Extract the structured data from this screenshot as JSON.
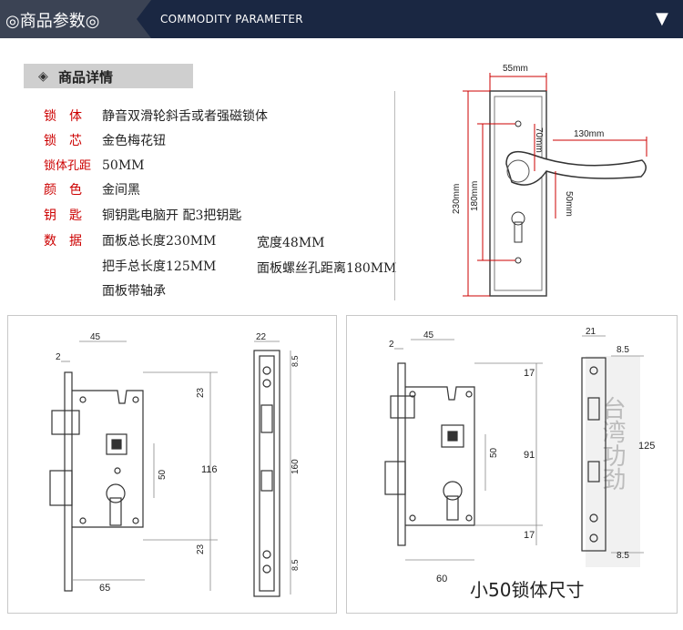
{
  "header": {
    "title": "◎商品参数◎",
    "subtitle": "COMMODITY PARAMETER",
    "arrow": "▼"
  },
  "detail": {
    "icon": "◈",
    "title": "商品详情"
  },
  "specs": [
    {
      "label": "锁　体",
      "value": "静音双滑轮斜舌或者强磁锁体"
    },
    {
      "label": "锁　芯",
      "value": "金色梅花钮"
    },
    {
      "label": "锁体孔距",
      "value": "50MM"
    },
    {
      "label": "颜　色",
      "value": "金间黑"
    },
    {
      "label": "钥　匙",
      "value": "铜钥匙电脑开  配3把钥匙"
    },
    {
      "label": "数　据",
      "value": "面板总长度230MM",
      "value2": "宽度48MM"
    },
    {
      "label": "",
      "value": "把手总长度125MM",
      "value2": "面板螺丝孔距离180MM"
    },
    {
      "label": "",
      "value": "面板带轴承"
    }
  ],
  "handle_drawing": {
    "dims": {
      "width": "55mm",
      "handle": "130mm",
      "h70": "70mm",
      "h230": "230mm",
      "h180": "180mm",
      "h50": "50mm"
    }
  },
  "left_drawing": {
    "dims": {
      "d2": "2",
      "d45": "45",
      "d22": "22",
      "d85a": "8.5",
      "d23a": "23",
      "d50": "50",
      "d116": "116",
      "d160": "160",
      "d23b": "23",
      "d85b": "8.5",
      "d65": "65"
    }
  },
  "right_drawing": {
    "dims": {
      "d2": "2",
      "d45": "45",
      "d21": "21",
      "d85a": "8.5",
      "d17a": "17",
      "d91": "91",
      "d50": "50",
      "d125": "125",
      "d17b": "17",
      "d85b": "8.5",
      "d60": "60"
    },
    "watermark": "台湾功劲",
    "caption": "小50锁体尺寸"
  }
}
